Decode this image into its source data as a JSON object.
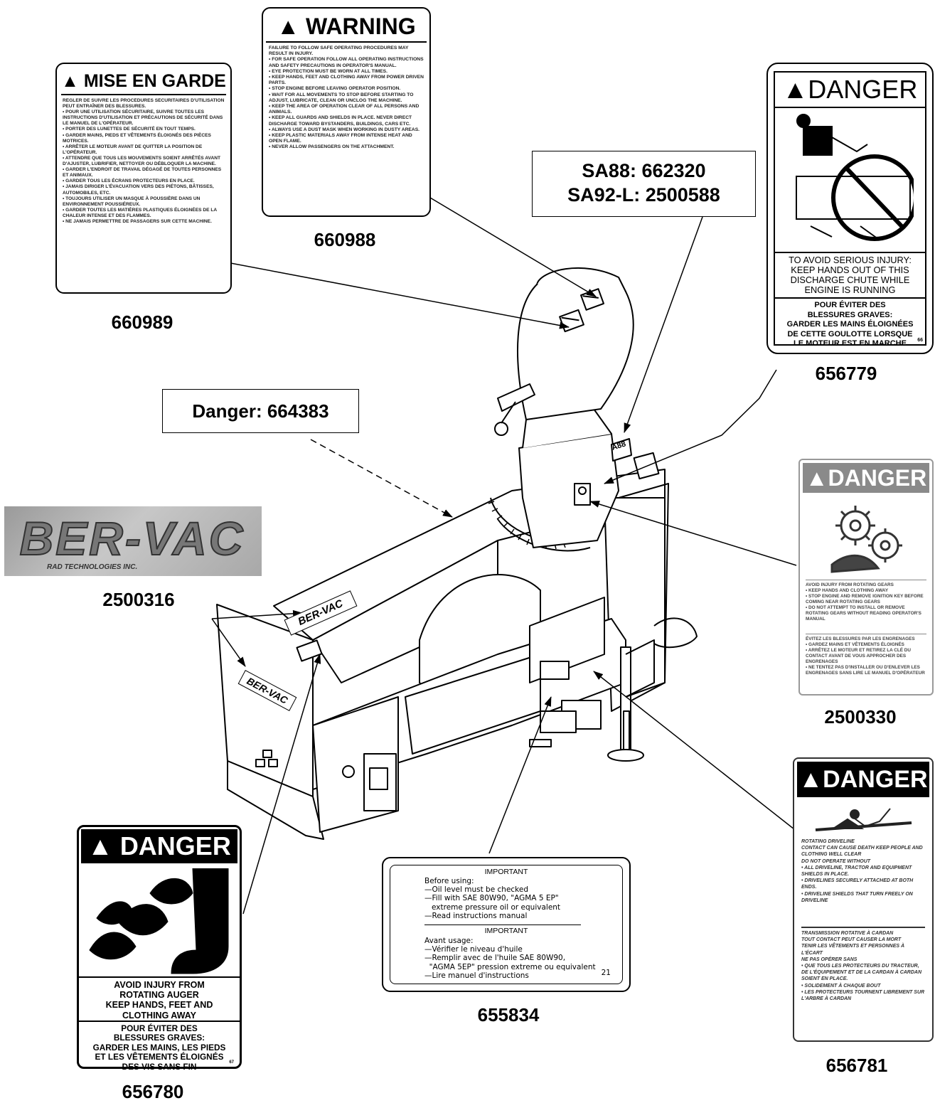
{
  "callouts": {
    "sa88": "SA88: 662320",
    "sa92": "SA92-L: 2500588",
    "danger": "Danger: 664383"
  },
  "part_numbers": {
    "p660989": "660989",
    "p660988": "660988",
    "p656779": "656779",
    "p2500316": "2500316",
    "p2500330": "2500330",
    "p656781": "656781",
    "p655834": "655834",
    "p656780": "656780"
  },
  "decal_660989": {
    "header": "MISE EN GARDE",
    "body": "RÉGLER DE SUIVRE LES PROCÉDURES SÉCURITAIRES D'UTILISATION PEUT ENTRAÎNER DES BLESSURES.\n• POUR UNE UTILISATION SÉCURITAIRE, SUIVRE TOUTES LES INSTRUCTIONS D'UTILISATION ET PRÉCAUTIONS DE SÉCURITÉ DANS LE MANUEL DE L'OPÉRATEUR.\n• PORTER DES LUNETTES DE SÉCURITÉ EN TOUT TEMPS.\n• GARDER MAINS, PIEDS ET VÊTEMENTS ÉLOIGNÉS DES PIÈCES MOTRICES.\n• ARRÊTER LE MOTEUR AVANT DE QUITTER LA POSITION DE L'OPÉRATEUR.\n• ATTENDRE QUE TOUS LES MOUVEMENTS SOIENT ARRÊTÉS AVANT D'AJUSTER, LUBRIFIER, NETTOYER OU DÉBLOQUER LA MACHINE.\n• GARDER L'ENDROIT DE TRAVAIL DÉGAGÉ DE TOUTES PERSONNES ET ANIMAUX.\n• GARDER TOUS LES ÉCRANS PROTECTEURS EN PLACE.\n• JAMAIS DIRIGER L'ÉVACUATION VERS DES PIÉTONS, BÂTISSES, AUTOMOBILES, ETC.\n• TOUJOURS UTILISER UN MASQUE À POUSSIÈRE DANS UN ENVIRONNEMENT POUSSIÉREUX.\n• GARDER TOUTES LES MATIÈRES PLASTIQUES ÉLOIGNÉES DE LA CHALEUR INTENSE ET DES FLAMMES.\n• NE JAMAIS PERMETTRE DE PASSAGERS SUR CETTE MACHINE."
  },
  "decal_660988": {
    "header": "WARNING",
    "body": "FAILURE TO FOLLOW SAFE OPERATING PROCEDURES MAY RESULT IN INJURY.\n• FOR SAFE OPERATION FOLLOW ALL OPERATING INSTRUCTIONS AND SAFETY PRECAUTIONS IN OPERATOR'S MANUAL.\n• EYE PROTECTION MUST BE WORN AT ALL TIMES.\n• KEEP HANDS, FEET AND CLOTHING AWAY FROM POWER DRIVEN PARTS.\n• STOP ENGINE BEFORE LEAVING OPERATOR POSITION.\n• WAIT FOR ALL MOVEMENTS TO STOP BEFORE STARTING TO ADJUST, LUBRICATE, CLEAN OR UNCLOG THE MACHINE.\n• KEEP THE AREA OF OPERATION CLEAR OF ALL PERSONS AND ANIMALS.\n• KEEP ALL GUARDS AND SHIELDS IN PLACE. NEVER DIRECT DISCHARGE TOWARD BYSTANDERS, BUILDINGS, CARS ETC.\n• ALWAYS USE A DUST MASK WHEN WORKING IN DUSTY AREAS.\n• KEEP PLASTIC MATERIALS AWAY FROM INTENSE HEAT AND OPEN FLAME.\n• NEVER ALLOW PASSENGERS ON THE ATTACHMENT."
  },
  "decal_656779": {
    "header": "DANGER",
    "en": "TO AVOID SERIOUS INJURY:\nKEEP HANDS OUT OF THIS\nDISCHARGE CHUTE WHILE\nENGINE IS RUNNING",
    "fr": "POUR ÉVITER DES\nBLESSURES GRAVES:\nGARDER LES MAINS ÉLOIGNÉES\nDE CETTE GOULOTTE LORSQUE\nLE MOTEUR EST EN MARCHE",
    "code": "66"
  },
  "decal_2500316": {
    "logo": "BER-VAC",
    "sub": "RAD TECHNOLOGIES INC."
  },
  "decal_2500330": {
    "header": "DANGER",
    "en": "AVOID INJURY FROM ROTATING GEARS\n• KEEP HANDS AND CLOTHING AWAY\n• STOP ENGINE AND REMOVE IGNITION KEY BEFORE COMING NEAR ROTATING GEARS\n• DO NOT ATTEMPT TO INSTALL OR REMOVE ROTATING GEARS WITHOUT READING OPERATOR'S MANUAL",
    "fr": "ÉVITEZ LES BLESSURES PAR LES ENGRENAGES\n• GARDEZ MAINS ET VÊTEMENTS ÉLOIGNÉS\n• ARRÊTEZ LE MOTEUR ET RETIREZ LA CLÉ DU CONTACT AVANT DE VOUS APPROCHER DES ENGRENAGES\n• NE TENTEZ PAS D'INSTALLER OU D'ENLEVER LES ENGRENAGES SANS LIRE LE MANUEL D'OPÉRATEUR"
  },
  "decal_656781": {
    "header": "DANGER",
    "body": "ROTATING DRIVELINE\nCONTACT CAN CAUSE DEATH KEEP PEOPLE AND CLOTHING WELL CLEAR\nDO NOT OPERATE WITHOUT\n• ALL DRIVELINE, TRACTOR AND EQUIPMENT SHIELDS IN PLACE.\n• DRIVELINES SECURELY ATTACHED AT BOTH ENDS.\n• DRIVELINE SHIELDS THAT TURN FREELY ON DRIVELINE",
    "body_fr": "TRANSMISSION ROTATIVE À CARDAN\nTOUT CONTACT PEUT CAUSER LA MORT\nTENIR LES VÊTEMENTS ET PERSONNES À L'ÉCART\nNE PAS OPÉRER SANS\n• QUE TOUS LES PROTECTEURS DU TRACTEUR, DE L'ÉQUIPEMENT ET DE LA CARDAN À CARDAN SOIENT EN PLACE.\n• SOLIDEMENT À CHAQUE BOUT\n• LES PROTECTEURS TOURNENT LIBREMENT SUR L'ARBRE À CARDAN"
  },
  "decal_655834": {
    "title1": "IMPORTANT",
    "en": "Before using:\n—Oil level must be checked\n—Fill with SAE 80W90, \"AGMA 5 EP\"\n   extreme pressure oil or equivalent\n—Read instructions manual",
    "title2": "IMPORTANT",
    "fr": "Avant usage:\n—Vérifier le niveau d'huile\n—Remplir avec de l'huile SAE 80W90,\n  \"AGMA 5EP\" pression extreme ou equivalent\n—Lire manuel d'instructions",
    "code": "21"
  },
  "decal_656780": {
    "header": "DANGER",
    "en": "AVOID INJURY FROM\nROTATING AUGER\nKEEP HANDS, FEET AND\nCLOTHING AWAY",
    "fr": "POUR ÉVITER DES\nBLESSURES GRAVES:\nGARDER LES MAINS, LES PIEDS\nET LES VÊTEMENTS ÉLOIGNÉS\nDES VIS SANS FIN",
    "code": "67"
  },
  "machine": {
    "logo_front": "BER-VAC",
    "logo_top": "BER-VAC",
    "chute_tag": "A88"
  }
}
